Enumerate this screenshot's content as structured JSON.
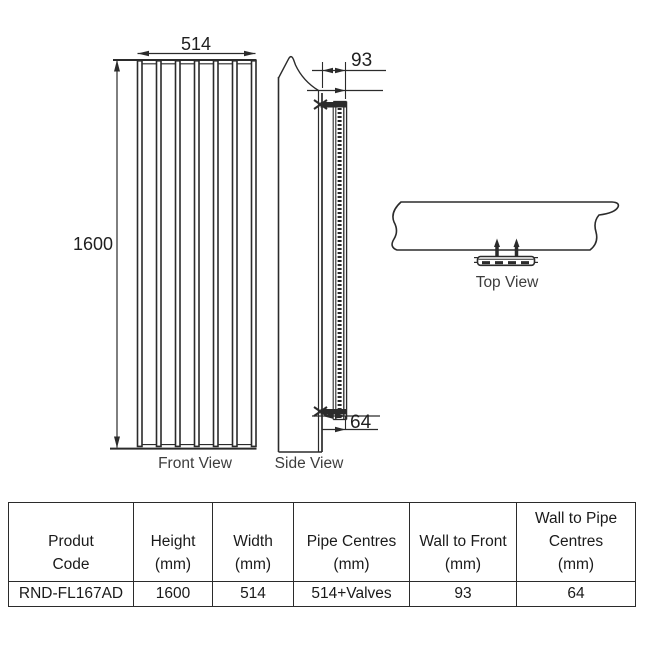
{
  "drawing": {
    "front_view": {
      "label": "Front View",
      "width_mm": "514",
      "height_mm": "1600"
    },
    "side_view": {
      "label": "Side View",
      "wall_to_front_mm": "93",
      "wall_to_pipe_mm": "64"
    },
    "top_view": {
      "label": "Top View"
    }
  },
  "table": {
    "headers": [
      "Produt\nCode",
      "Height\n(mm)",
      "Width\n(mm)",
      "Pipe Centres\n(mm)",
      "Wall to Front\n(mm)",
      "Wall to Pipe\nCentres\n(mm)"
    ],
    "row": {
      "product_code": "RND-FL167AD",
      "height_mm": "1600",
      "width_mm": "514",
      "pipe_centres_mm": "514+Valves",
      "wall_to_front_mm": "93",
      "wall_to_pipe_mm": "64"
    }
  },
  "colors": {
    "line": "#2b2b2b",
    "text": "#1f1f1f",
    "background": "#ffffff"
  }
}
